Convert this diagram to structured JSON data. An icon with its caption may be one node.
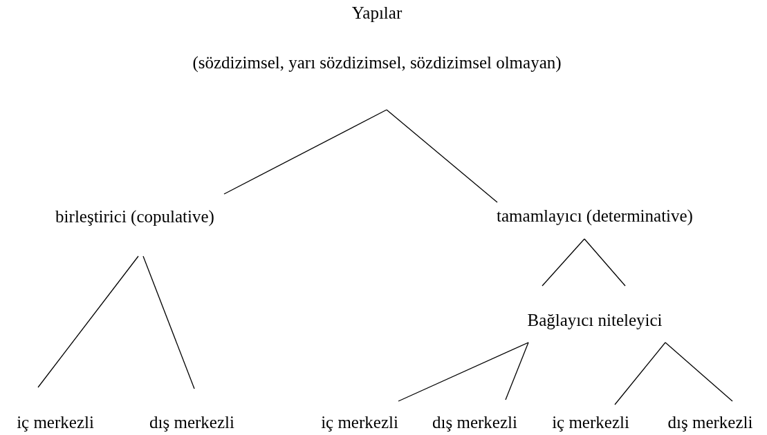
{
  "diagram": {
    "nodes": [
      {
        "text": [
          "Yapılar",
          "(sözdizimsel, yarı sözdizimsel, sözdizimsel olmayan)"
        ]
      },
      {
        "text": [
          "birleştirici (copulative)"
        ]
      },
      {
        "text": [
          "tamamlayıcı (determinative)"
        ]
      },
      {
        "text": [
          "Bağlayıcı niteleyici"
        ]
      },
      {
        "text": [
          "iç merkezli"
        ]
      },
      {
        "text": [
          "dış merkezli"
        ]
      },
      {
        "text": [
          "iç merkezli"
        ]
      },
      {
        "text": [
          "dış merkezli"
        ]
      },
      {
        "text": [
          "iç merkezli"
        ]
      },
      {
        "text": [
          "dış merkezli"
        ]
      }
    ],
    "edges": [
      {
        "from": 0,
        "to": 1,
        "arrow": "none"
      },
      {
        "from": 0,
        "to": 2,
        "arrow": "none"
      },
      {
        "from": 1,
        "to": 4,
        "arrow": "none"
      },
      {
        "from": 1,
        "to": 5,
        "arrow": "none"
      },
      {
        "from": 2,
        "to": 3,
        "arrow": "none"
      },
      {
        "from": 2,
        "to": 3,
        "arrow": "none"
      },
      {
        "from": 3,
        "to": 6,
        "arrow": "none"
      },
      {
        "from": 3,
        "to": 7,
        "arrow": "none"
      },
      {
        "from": 3,
        "to": 8,
        "arrow": "none"
      },
      {
        "from": 3,
        "to": 9,
        "arrow": "none"
      }
    ]
  }
}
